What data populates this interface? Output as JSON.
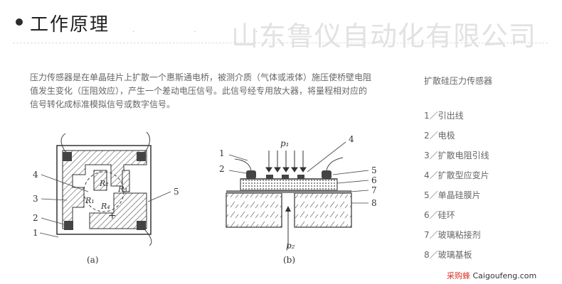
{
  "header": {
    "title": "工作原理",
    "company": "山东鲁仪自动化有限公司"
  },
  "description": "压力传感器是在单晶硅片上扩散一个惠斯通电桥，被测介质（气体或液体）施压使桥壁电阻值发生变化（压阻效应），产生一个差动电压信号。此信号经专用放大器，将量程相对应的信号转化成标准模拟信号或数字信号。",
  "legend": {
    "title": "扩散硅压力传感器",
    "items": [
      "1／引出线",
      "2／电极",
      "3／扩散电阻引线",
      "4／扩散型应变片",
      "5／单晶硅膜片",
      "6／硅环",
      "7／玻璃粘接剂",
      "8／玻璃基板"
    ]
  },
  "diagram_a": {
    "caption": "(a)",
    "callouts": [
      "4",
      "3",
      "2",
      "1",
      "5"
    ],
    "resistors": [
      "R₂",
      "R₁",
      "R₃",
      "R₄"
    ]
  },
  "diagram_b": {
    "caption": "(b)",
    "callouts_left": [
      "1",
      "2"
    ],
    "callouts_right": [
      "4",
      "5",
      "6",
      "7",
      "8"
    ],
    "pressure_top": "p₁",
    "pressure_bottom": "p₂"
  },
  "watermark": {
    "cn": "采购蜂",
    "en": "Caigoufeng.com"
  }
}
